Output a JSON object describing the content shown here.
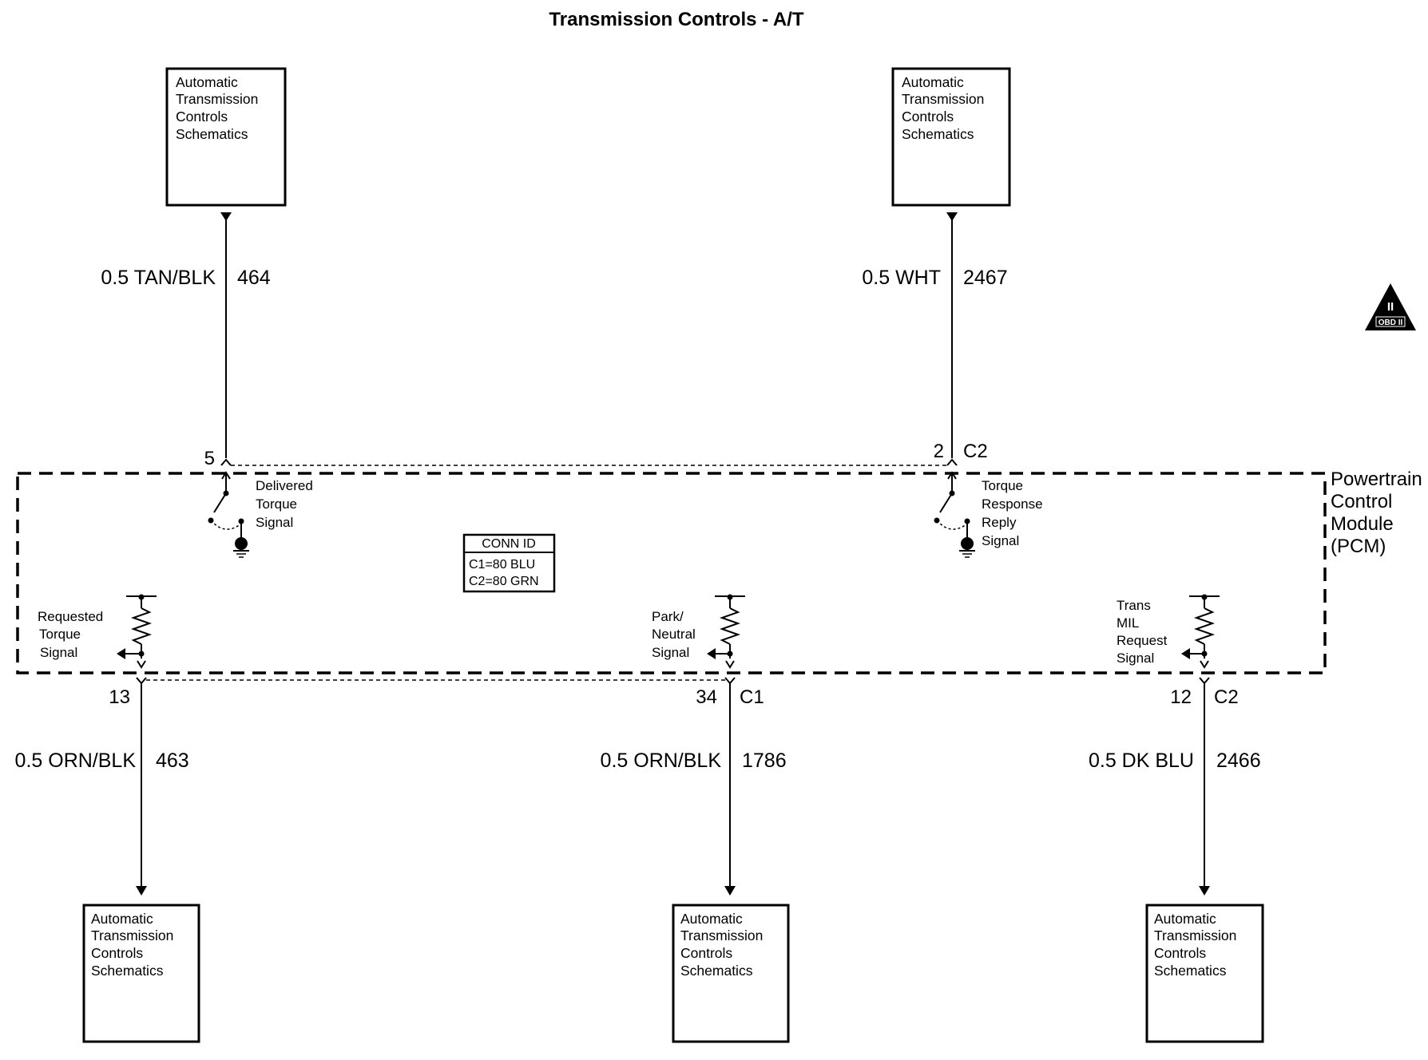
{
  "title": "Transmission Controls - A/T",
  "module": {
    "name_lines": [
      "Powertrain",
      "Control",
      "Module",
      "(PCM)"
    ]
  },
  "conn_id": {
    "heading": "CONN ID",
    "lines": [
      "C1=80 BLU",
      "C2=80 GRN"
    ]
  },
  "obd_badge": {
    "roman": "II",
    "caption": "OBD II",
    "icon": "obd-ii-triangle-icon"
  },
  "boxes": [
    {
      "lines": [
        "Automatic",
        "Transmission",
        "Controls",
        "Schematics"
      ]
    },
    {
      "lines": [
        "Automatic",
        "Transmission",
        "Controls",
        "Schematics"
      ]
    },
    {
      "lines": [
        "Automatic",
        "Transmission",
        "Controls",
        "Schematics"
      ]
    },
    {
      "lines": [
        "Automatic",
        "Transmission",
        "Controls",
        "Schematics"
      ]
    },
    {
      "lines": [
        "Automatic",
        "Transmission",
        "Controls",
        "Schematics"
      ]
    }
  ],
  "circuits": [
    {
      "wire": "0.5 TAN/BLK",
      "circuit": "464",
      "pin": "5",
      "connector": "",
      "signal_lines": [
        "Delivered",
        "Torque",
        "Signal"
      ],
      "type": "switch-output"
    },
    {
      "wire": "0.5 WHT",
      "circuit": "2467",
      "pin": "2",
      "connector": "C2",
      "signal_lines": [
        "Torque",
        "Response",
        "Reply",
        "Signal"
      ],
      "type": "switch-output"
    },
    {
      "wire": "0.5 ORN/BLK",
      "circuit": "463",
      "pin": "13",
      "connector": "",
      "signal_lines": [
        "Requested",
        "Torque",
        "Signal"
      ],
      "type": "pullup-input"
    },
    {
      "wire": "0.5 ORN/BLK",
      "circuit": "1786",
      "pin": "34",
      "connector": "C1",
      "signal_lines": [
        "Park/",
        "Neutral",
        "Signal"
      ],
      "type": "pullup-input"
    },
    {
      "wire": "0.5 DK BLU",
      "circuit": "2466",
      "pin": "12",
      "connector": "C2",
      "signal_lines": [
        "Trans",
        "MIL",
        "Request",
        "Signal"
      ],
      "type": "pullup-input"
    }
  ]
}
